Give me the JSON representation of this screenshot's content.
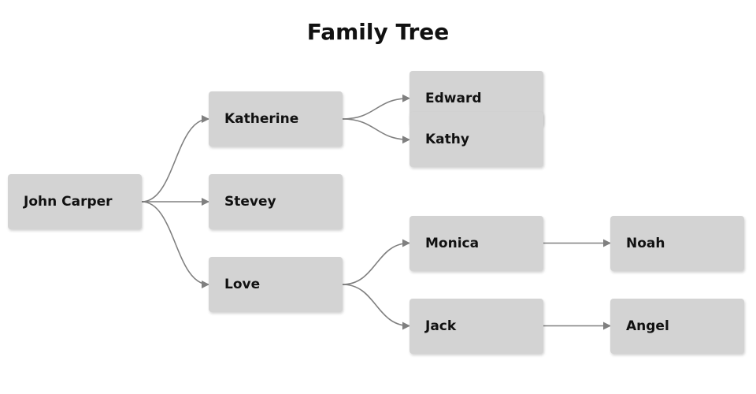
{
  "title": "Family Tree",
  "nodes": [
    {
      "id": "john",
      "label": "John Carper",
      "col": 0,
      "row": 3
    },
    {
      "id": "katherine",
      "label": "Katherine",
      "col": 1,
      "row": 1
    },
    {
      "id": "stevey",
      "label": "Stevey",
      "col": 1,
      "row": 3
    },
    {
      "id": "love",
      "label": "Love",
      "col": 1,
      "row": 5
    },
    {
      "id": "edward",
      "label": "Edward",
      "col": 2,
      "row": 0.5
    },
    {
      "id": "kathy",
      "label": "Kathy",
      "col": 2,
      "row": 1.5
    },
    {
      "id": "monica",
      "label": "Monica",
      "col": 2,
      "row": 4
    },
    {
      "id": "jack",
      "label": "Jack",
      "col": 2,
      "row": 6
    },
    {
      "id": "noah",
      "label": "Noah",
      "col": 3,
      "row": 4
    },
    {
      "id": "angel",
      "label": "Angel",
      "col": 3,
      "row": 6
    }
  ],
  "edges": [
    [
      "john",
      "katherine"
    ],
    [
      "john",
      "stevey"
    ],
    [
      "john",
      "love"
    ],
    [
      "katherine",
      "edward"
    ],
    [
      "katherine",
      "kathy"
    ],
    [
      "love",
      "monica"
    ],
    [
      "love",
      "jack"
    ],
    [
      "monica",
      "noah"
    ],
    [
      "jack",
      "angel"
    ]
  ],
  "colors": {
    "node": "#d3d3d3",
    "edge": "#808080"
  }
}
